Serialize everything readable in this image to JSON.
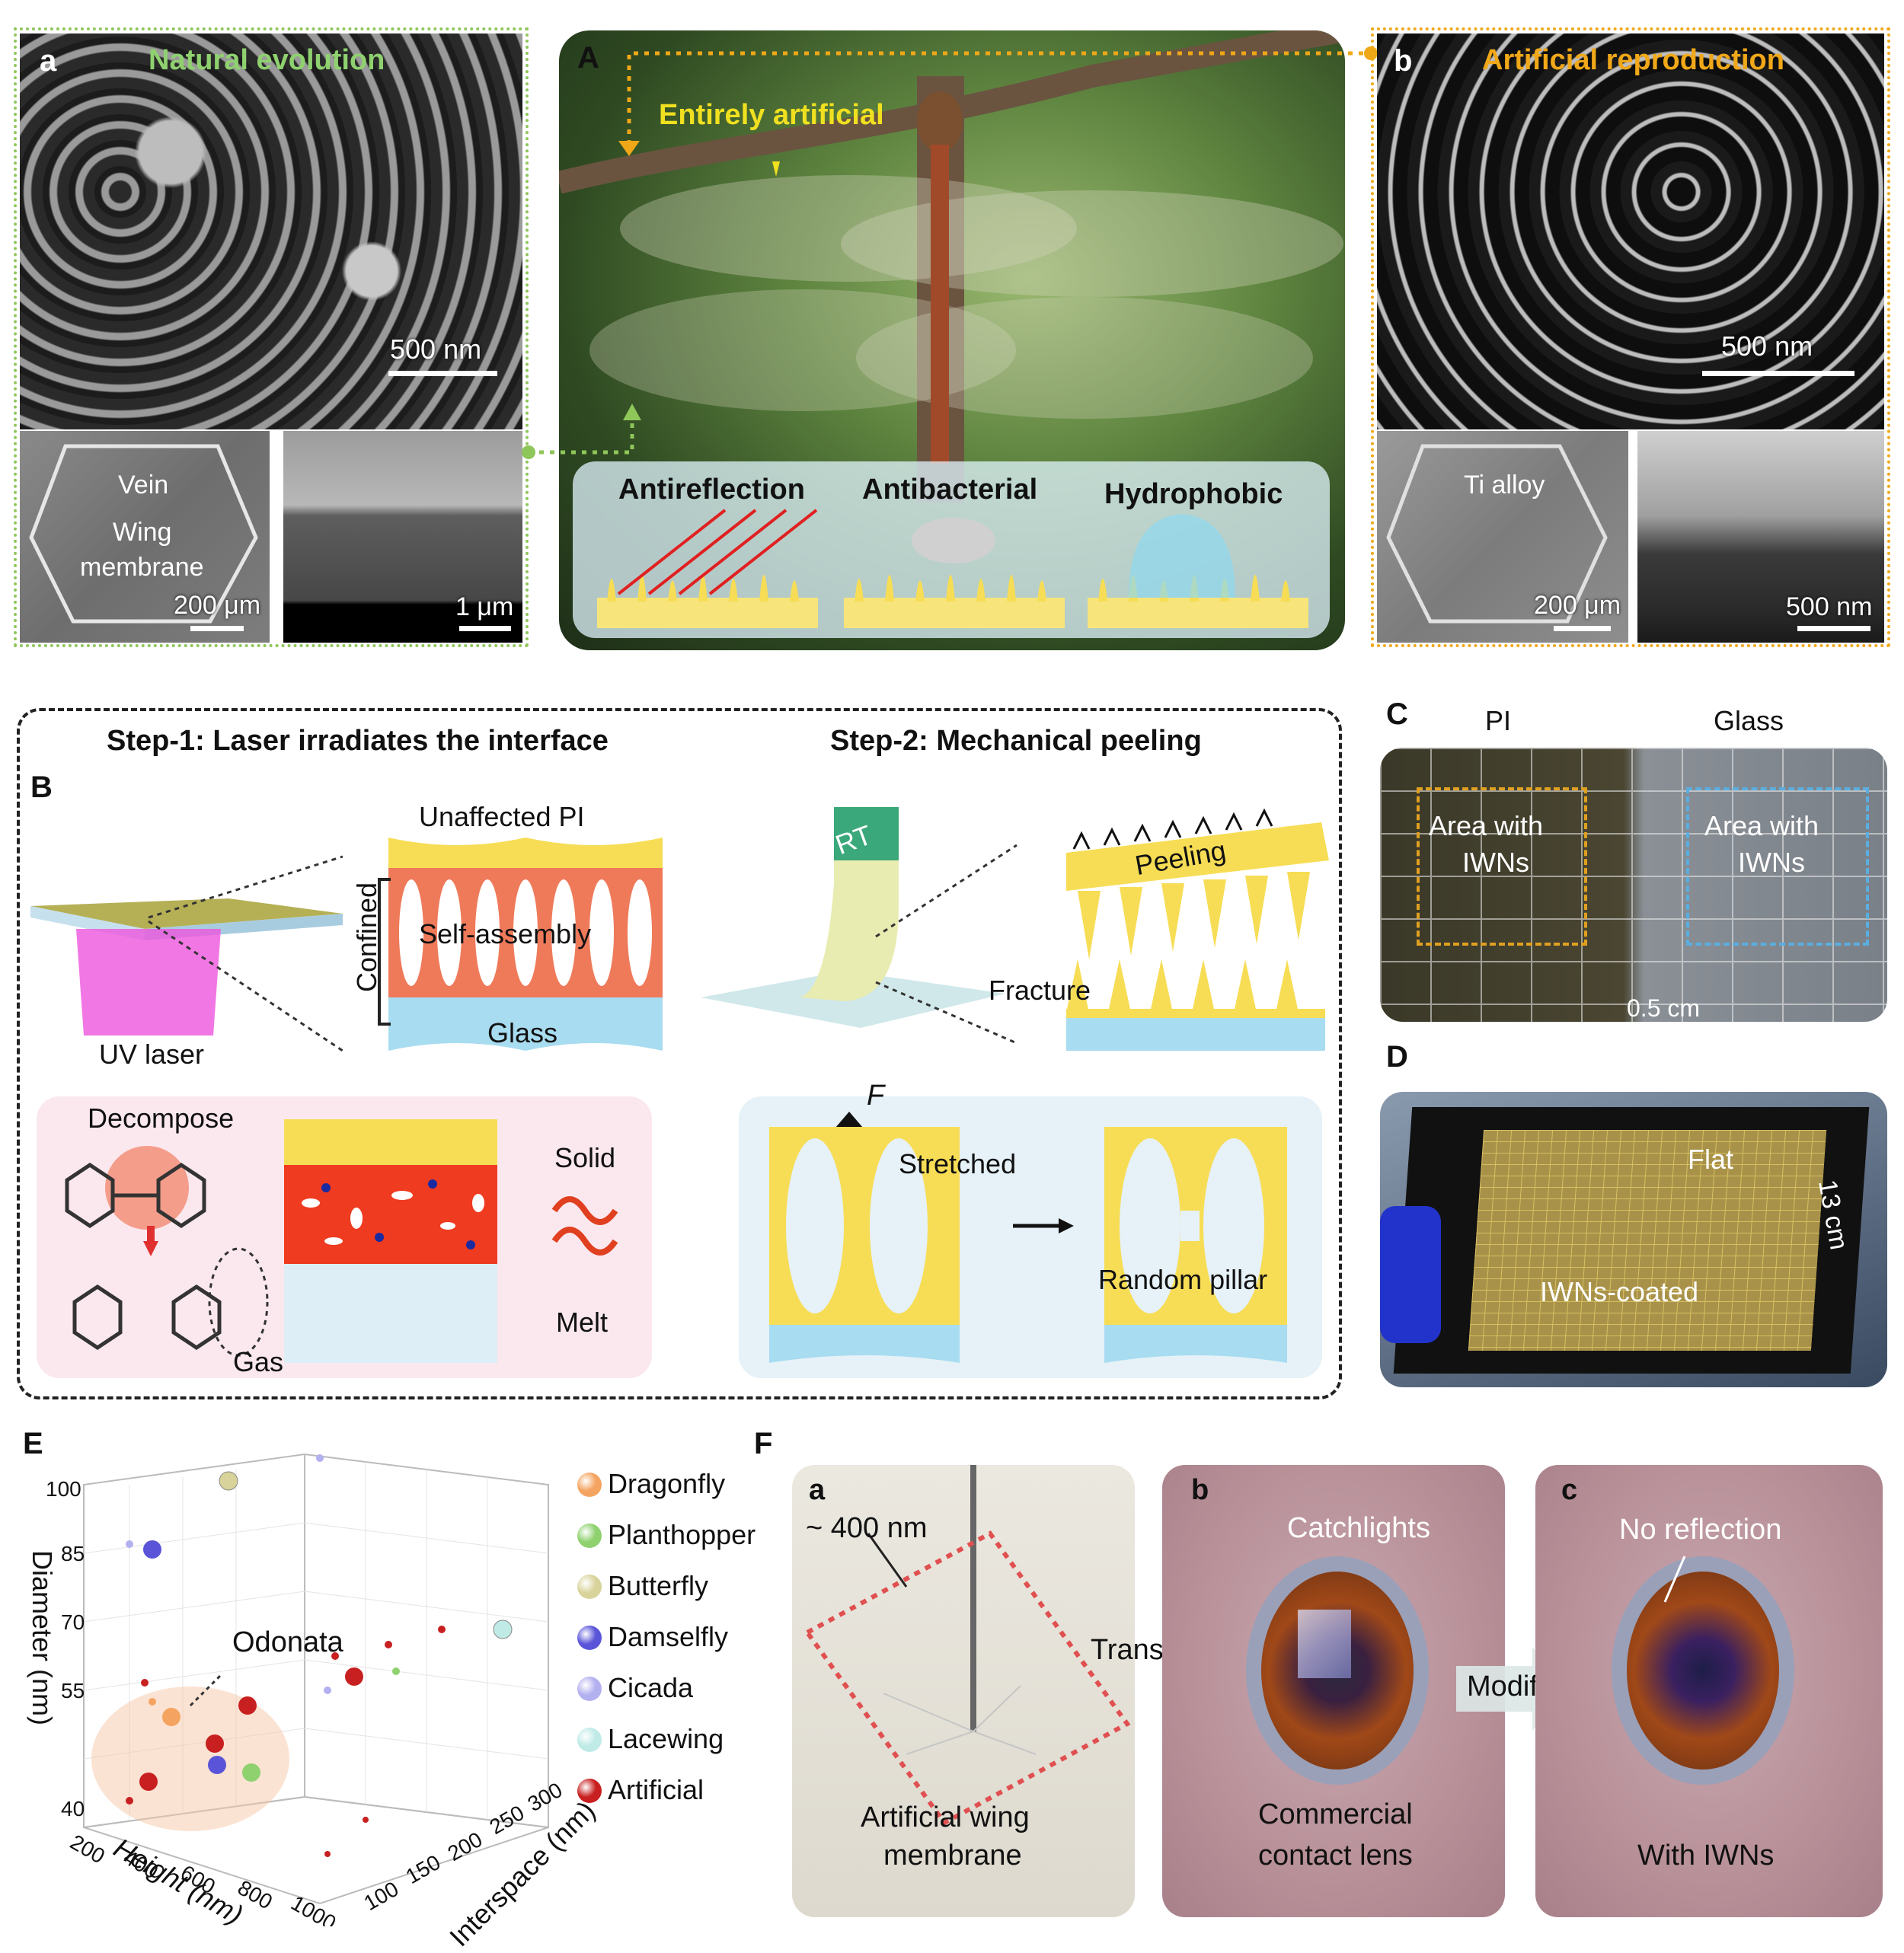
{
  "panel_A_top": {
    "label_a": "a",
    "title_a": "Natural evolution",
    "scale_a_main": "500 nm",
    "vein": "Vein",
    "wing_membrane_1": "Wing",
    "wing_membrane_2": "membrane",
    "scale_a_small1": "200 μm",
    "scale_a_small2": "1 μm",
    "label_A": "A",
    "entirely": "Entirely artificial",
    "antireflection": "Antireflection",
    "antibacterial": "Antibacterial",
    "hydrophobic": "Hydrophobic",
    "label_b": "b",
    "title_b": "Artificial reproduction",
    "scale_b_main": "500 nm",
    "ti_alloy": "Ti alloy",
    "scale_b_small1": "200 μm",
    "scale_b_small2": "500 nm"
  },
  "panel_B": {
    "label": "B",
    "step1": "Step-1: Laser irradiates the interface",
    "step2": "Step-2: Mechanical peeling",
    "unaffected": "Unaffected  PI",
    "confined": "Confined",
    "self_assembly": "Self-assembly",
    "glass": "Glass",
    "uv_laser": "UV laser",
    "decompose": "Decompose",
    "solid": "Solid",
    "melt": "Melt",
    "gas": "Gas",
    "trt": "TRT",
    "peeling": "Peeling",
    "fracture": "Fracture",
    "force": "F",
    "stretched": "Stretched",
    "random_pillar": "Random pillar"
  },
  "panel_C": {
    "label": "C",
    "pi": "PI",
    "glass": "Glass",
    "area1_l1": "Area with",
    "area1_l2": "IWNs",
    "area2_l1": "Area with",
    "area2_l2": "IWNs",
    "scale": "0.5 cm"
  },
  "panel_D": {
    "label": "D",
    "flat": "Flat",
    "size": "13 cm",
    "coated": "IWNs-coated"
  },
  "panel_E": {
    "label": "E",
    "odonata": "Odonata",
    "zlabel": "Diameter (nm)",
    "xlabel": "Height (nm)",
    "ylabel": "Interspace (nm)"
  },
  "panel_F": {
    "label": "F",
    "sub_a": "a",
    "sub_b": "b",
    "sub_c": "c",
    "thickness": "~ 400 nm",
    "artificial_1": "Artificial wing",
    "artificial_2": "membrane",
    "transfer": "Transfer",
    "catchlights": "Catchlights",
    "commercial_1": "Commercial",
    "commercial_2": "contact lens",
    "modify": "Modify",
    "no_reflection": "No reflection",
    "with_iwns": "With IWNs"
  },
  "chart_data": {
    "type": "scatter",
    "zlabel": "Diameter (nm)",
    "xlabel": "Height (nm)",
    "ylabel": "Interspace (nm)",
    "z_ticks": [
      "40",
      "55",
      "70",
      "85",
      "100"
    ],
    "x_ticks": [
      "200",
      "400",
      "600",
      "800",
      "1000"
    ],
    "y_ticks": [
      "100",
      "150",
      "200",
      "250",
      "300"
    ],
    "zlim": [
      40,
      100
    ],
    "xlim": [
      200,
      1000
    ],
    "ylim": [
      100,
      300
    ],
    "legend": [
      "Dragonfly",
      "Planthopper",
      "Butterfly",
      "Damselfly",
      "Cicada",
      "Lacewing",
      "Artificial"
    ],
    "legend_colors": [
      "#f4a460",
      "#8fd16f",
      "#d8d39a",
      "#5a55d8",
      "#b3b0f0",
      "#bfeae6",
      "#c82020"
    ]
  }
}
